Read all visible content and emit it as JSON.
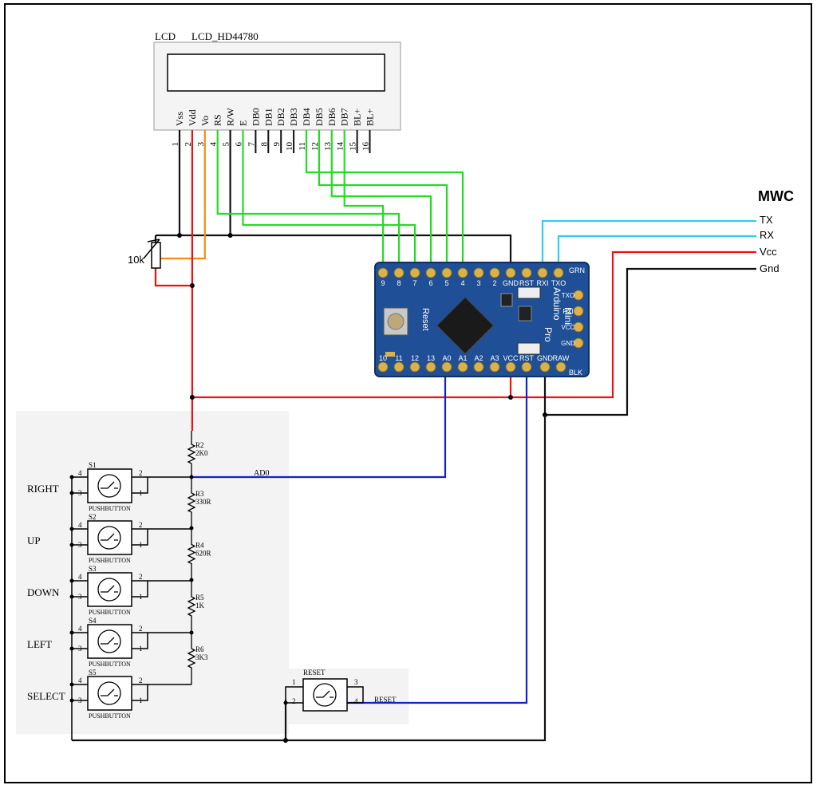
{
  "lcd": {
    "ref": "LCD",
    "part": "LCD_HD44780",
    "pins": [
      {
        "num": "1",
        "name": "Vss"
      },
      {
        "num": "2",
        "name": "Vdd"
      },
      {
        "num": "3",
        "name": "Vo"
      },
      {
        "num": "4",
        "name": "RS"
      },
      {
        "num": "5",
        "name": "R/W"
      },
      {
        "num": "6",
        "name": "E"
      },
      {
        "num": "7",
        "name": "DB0"
      },
      {
        "num": "8",
        "name": "DB1"
      },
      {
        "num": "9",
        "name": "DB2"
      },
      {
        "num": "10",
        "name": "DB3"
      },
      {
        "num": "11",
        "name": "DB4"
      },
      {
        "num": "12",
        "name": "DB5"
      },
      {
        "num": "13",
        "name": "DB6"
      },
      {
        "num": "14",
        "name": "DB7"
      },
      {
        "num": "15",
        "name": "BL+"
      },
      {
        "num": "16",
        "name": "BL+"
      }
    ]
  },
  "pot": {
    "value": "10k"
  },
  "mwc": {
    "title": "MWC",
    "signals": [
      "TX",
      "RX",
      "Vcc",
      "Gnd"
    ]
  },
  "arduino": {
    "name_line1": "Arduino",
    "name_line2": "Pro",
    "name_line3": "Mini",
    "reset_label": "Reset",
    "top_pins": [
      "9",
      "8",
      "7",
      "6",
      "5",
      "4",
      "3",
      "2",
      "GND",
      "RST",
      "RXI",
      "TXO"
    ],
    "grn_label": "GRN",
    "bottom_pins": [
      "10",
      "11",
      "12",
      "13",
      "A0",
      "A1",
      "A2",
      "A3",
      "VCC",
      "RST",
      "GND",
      "RAW"
    ],
    "blk_label": "BLK",
    "right_pins": [
      "TXO",
      "RXI",
      "VCC",
      "GND"
    ]
  },
  "resistors": [
    {
      "ref": "R2",
      "value": "2K0"
    },
    {
      "ref": "R3",
      "value": "330R"
    },
    {
      "ref": "R4",
      "value": "620R"
    },
    {
      "ref": "R5",
      "value": "1K"
    },
    {
      "ref": "R6",
      "value": "3K3"
    }
  ],
  "buttons": [
    {
      "label": "RIGHT",
      "ref": "S1",
      "type": "PUSHBUTTON"
    },
    {
      "label": "UP",
      "ref": "S2",
      "type": "PUSHBUTTON"
    },
    {
      "label": "DOWN",
      "ref": "S3",
      "type": "PUSHBUTTON"
    },
    {
      "label": "LEFT",
      "ref": "S4",
      "type": "PUSHBUTTON"
    },
    {
      "label": "SELECT",
      "ref": "S5",
      "type": "PUSHBUTTON"
    }
  ],
  "pin_numbers": {
    "p1": "1",
    "p2": "2",
    "p3": "3",
    "p4": "4"
  },
  "net_ad0": "AD0",
  "reset_button": {
    "title": "RESET",
    "net": "RESET"
  },
  "colors": {
    "green": "#22dd22",
    "red": "#ee1111",
    "black": "#111111",
    "cyan": "#33ccee",
    "blue": "#1122cc",
    "orange": "#ff8811",
    "board": "#1f4f97"
  }
}
